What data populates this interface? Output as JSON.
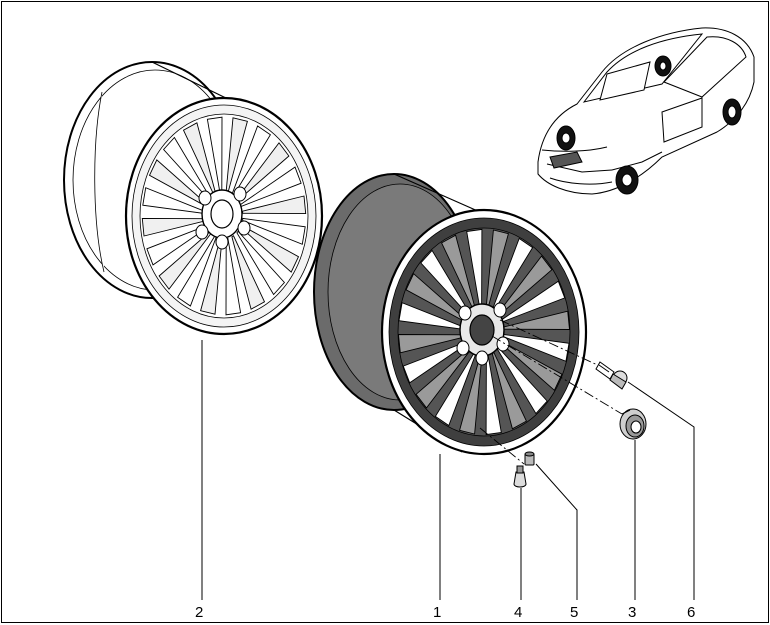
{
  "diagram": {
    "callouts": [
      {
        "id": "1",
        "label": "1"
      },
      {
        "id": "2",
        "label": "2"
      },
      {
        "id": "3",
        "label": "3"
      },
      {
        "id": "4",
        "label": "4"
      },
      {
        "id": "5",
        "label": "5"
      },
      {
        "id": "6",
        "label": "6"
      }
    ]
  },
  "colors": {
    "stroke": "#000000",
    "tire_dark": "#6b6b6b",
    "spoke_dark": "#3f3f3f",
    "light_fill": "#f4f4f4"
  }
}
